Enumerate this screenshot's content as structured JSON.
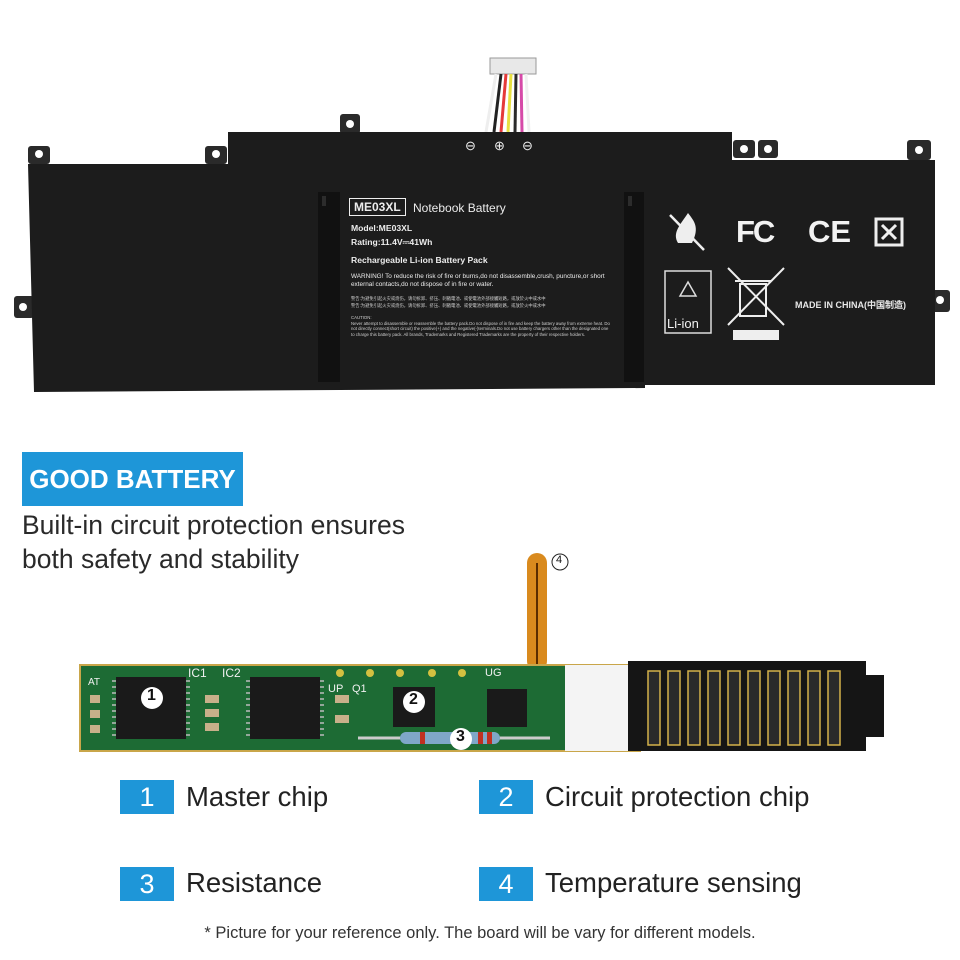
{
  "battery": {
    "model_tag": "ME03XL",
    "title": "Notebook Battery",
    "model_line": "Model:ME03XL",
    "rating_line": "Rating:11.4V⎓41Wh",
    "pack_line": "Rechargeable Li-ion Battery Pack",
    "warning": "WARNING! To reduce the risk of fire or burns,do not disassemble,crush, puncture,or short external contacts,do not dispose of in fire or water.",
    "warning_cn_1": "警告:为避免引起火灾或烧伤，请勿拆卸、挤压、刺戳電池、或使電池外部接觸短路，或放於火中或水中",
    "warning_cn_2": "警告:为避免引起火灾或烧伤，请勿拆卸、挤压、刺戳電池、或使電池外部接觸短路，或放於火中或水中",
    "caution_title": "CAUTION:",
    "caution_text": "Never attempt to disassemble or reassemble the battery pack.Do not dispose of in fire and keep the battery away from extreme heat. Do not directly connect(short circuit) the positive(+) and the negative(-)terminals.Do not use battery chargers other than the designated one to charge this battery pack. All brands, Trademarks and Registered Trademarks are the property of their respective holders.",
    "made_in": "MADE IN CHINA(中国制造)",
    "recycle_label": "Li-ion",
    "cert_fc": "FC",
    "cert_ce": "CE",
    "terminals": [
      "⊖",
      "⊕",
      "⊖"
    ]
  },
  "heading": {
    "badge": "GOOD BATTERY",
    "line1": "Built-in circuit protection ensures",
    "line2": "both safety and stability"
  },
  "board": {
    "silk_ic1": "IC1",
    "silk_ic2": "IC2",
    "silk_up": "UP",
    "silk_q1": "Q1",
    "silk_ug": "UG",
    "silk_at": "AT",
    "markers": [
      "1",
      "2",
      "3",
      "4"
    ]
  },
  "legend": [
    {
      "num": "1",
      "label": "Master chip"
    },
    {
      "num": "2",
      "label": "Circuit protection chip"
    },
    {
      "num": "3",
      "label": "Resistance"
    },
    {
      "num": "4",
      "label": "Temperature sensing"
    }
  ],
  "footnote": "* Picture for your reference only. The board will be vary for different models.",
  "colors": {
    "accent": "#1e96d8",
    "battery": "#1c1c1c",
    "pcb": "#1d6b34"
  }
}
